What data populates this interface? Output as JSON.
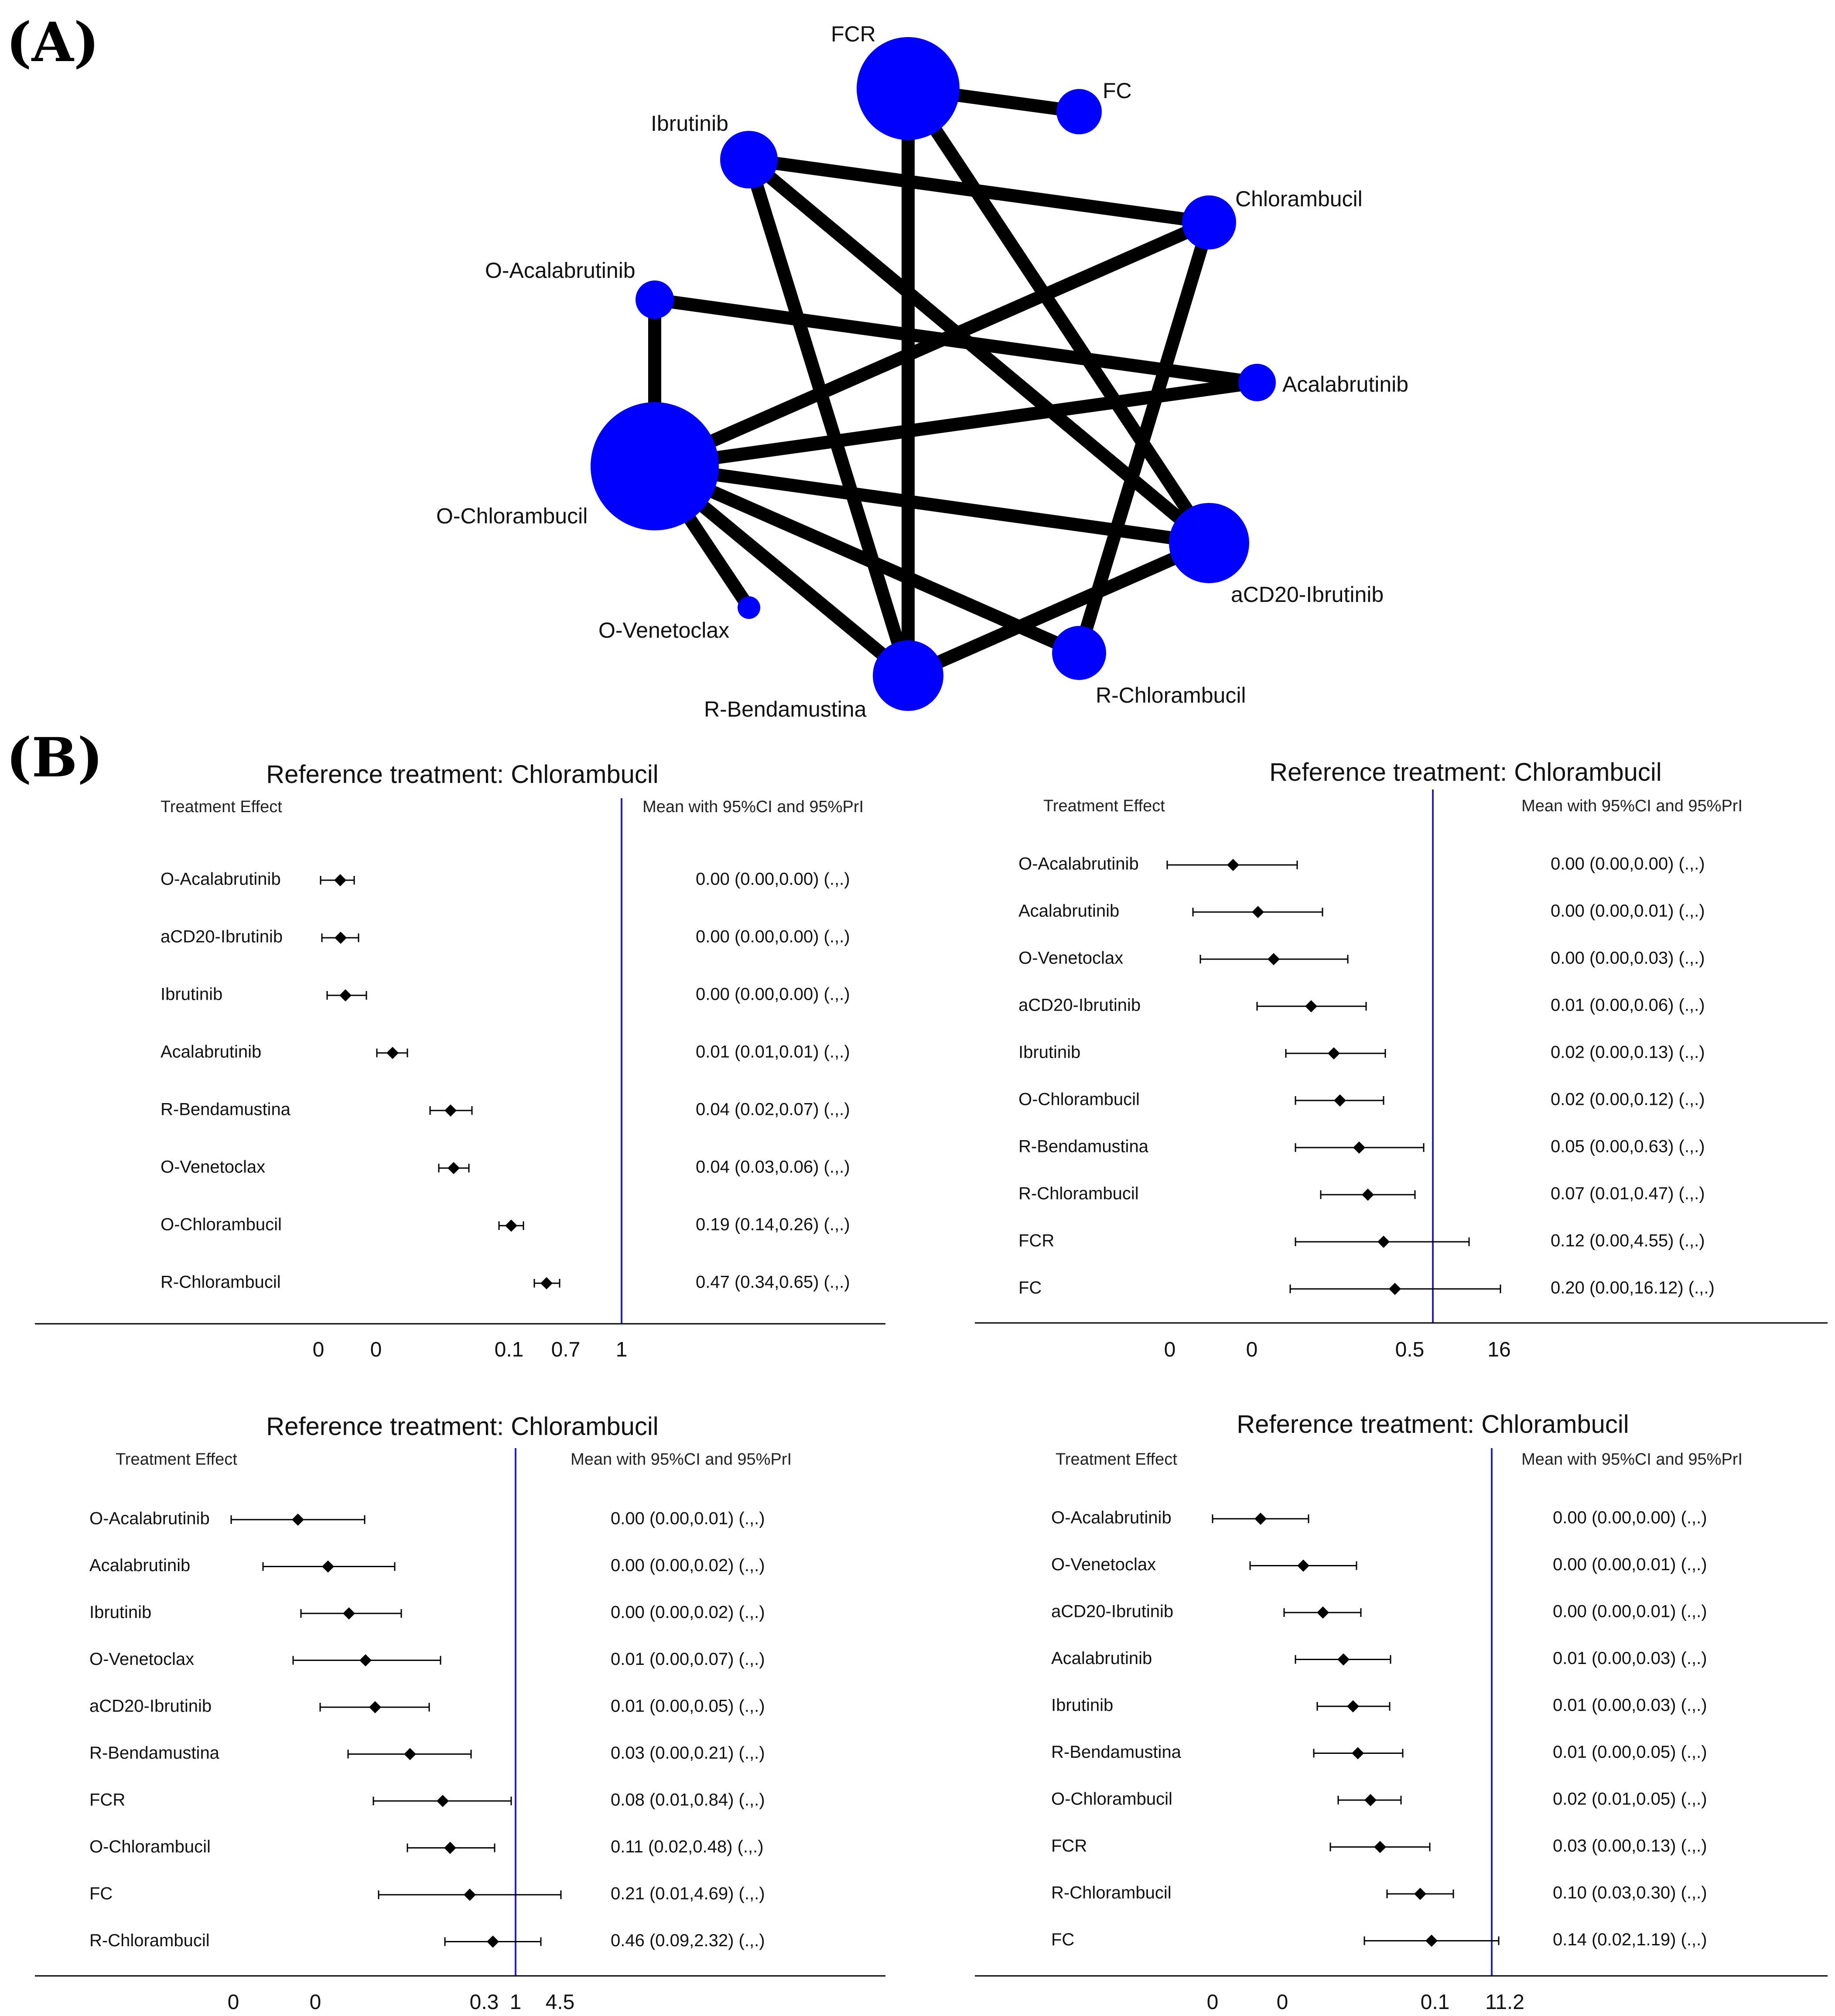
{
  "panel_labels": [
    "(A)",
    "(B)"
  ],
  "colors": {
    "node": "#0000ff",
    "edge": "#000000",
    "ref_line": "#2222bb",
    "marker": "#000000"
  },
  "network": {
    "nodes": [
      {
        "id": "FCR",
        "label": "FCR"
      },
      {
        "id": "FC",
        "label": "FC"
      },
      {
        "id": "Ibrutinib",
        "label": "Ibrutinib"
      },
      {
        "id": "Chlorambucil",
        "label": "Chlorambucil"
      },
      {
        "id": "O-Acalabrutinib",
        "label": "O-Acalabrutinib"
      },
      {
        "id": "Acalabrutinib",
        "label": "Acalabrutinib"
      },
      {
        "id": "O-Chlorambucil",
        "label": "O-Chlorambucil"
      },
      {
        "id": "aCD20-Ibrutinib",
        "label": "aCD20-Ibrutinib"
      },
      {
        "id": "O-Venetoclax",
        "label": "O-Venetoclax"
      },
      {
        "id": "R-Chlorambucil",
        "label": "R-Chlorambucil"
      },
      {
        "id": "R-Bendamustina",
        "label": "R-Bendamustina"
      }
    ],
    "edges": [
      [
        "FCR",
        "FC"
      ],
      [
        "FCR",
        "R-Bendamustina"
      ],
      [
        "FCR",
        "aCD20-Ibrutinib"
      ],
      [
        "Ibrutinib",
        "Chlorambucil"
      ],
      [
        "Ibrutinib",
        "R-Bendamustina"
      ],
      [
        "Ibrutinib",
        "aCD20-Ibrutinib"
      ],
      [
        "Chlorambucil",
        "O-Chlorambucil"
      ],
      [
        "Chlorambucil",
        "R-Chlorambucil"
      ],
      [
        "O-Acalabrutinib",
        "Acalabrutinib"
      ],
      [
        "O-Acalabrutinib",
        "O-Chlorambucil"
      ],
      [
        "Acalabrutinib",
        "O-Chlorambucil"
      ],
      [
        "O-Chlorambucil",
        "aCD20-Ibrutinib"
      ],
      [
        "O-Chlorambucil",
        "R-Chlorambucil"
      ],
      [
        "O-Chlorambucil",
        "R-Bendamustina"
      ],
      [
        "O-Chlorambucil",
        "O-Venetoclax"
      ],
      [
        "R-Bendamustina",
        "aCD20-Ibrutinib"
      ]
    ]
  },
  "chart_data": [
    {
      "type": "forest",
      "title": "Reference treatment: Chlorambucil",
      "header_left": "Treatment Effect",
      "header_right": "Mean with 95%CI and 95%PrI",
      "tick_labels": [
        "0",
        "0",
        "0.1",
        "0.7",
        "1"
      ],
      "rows": [
        {
          "label": "O-Acalabrutinib",
          "value": "0.00 (0.00,0.00)  (.,.)"
        },
        {
          "label": "aCD20-Ibrutinib",
          "value": "0.00 (0.00,0.00)  (.,.)"
        },
        {
          "label": "Ibrutinib",
          "value": "0.00 (0.00,0.00)  (.,.)"
        },
        {
          "label": "Acalabrutinib",
          "value": "0.01 (0.01,0.01)  (.,.)"
        },
        {
          "label": "R-Bendamustina",
          "value": "0.04 (0.02,0.07)  (.,.)"
        },
        {
          "label": "O-Venetoclax",
          "value": "0.04 (0.03,0.06)  (.,.)"
        },
        {
          "label": "O-Chlorambucil",
          "value": "0.19 (0.14,0.26)  (.,.)"
        },
        {
          "label": "R-Chlorambucil",
          "value": "0.47 (0.34,0.65)  (.,.)"
        }
      ]
    },
    {
      "type": "forest",
      "title": "Reference treatment: Chlorambucil",
      "header_left": "Treatment Effect",
      "header_right": "Mean with 95%CI and 95%PrI",
      "tick_labels": [
        "0",
        "0",
        "0.5",
        "16"
      ],
      "rows": [
        {
          "label": "O-Acalabrutinib",
          "value": "0.00 (0.00,0.00)  (.,.)"
        },
        {
          "label": "Acalabrutinib",
          "value": "0.00 (0.00,0.01)  (.,.)"
        },
        {
          "label": "O-Venetoclax",
          "value": "0.00 (0.00,0.03)  (.,.)"
        },
        {
          "label": "aCD20-Ibrutinib",
          "value": "0.01 (0.00,0.06)  (.,.)"
        },
        {
          "label": "Ibrutinib",
          "value": "0.02 (0.00,0.13)  (.,.)"
        },
        {
          "label": "O-Chlorambucil",
          "value": "0.02 (0.00,0.12)  (.,.)"
        },
        {
          "label": "R-Bendamustina",
          "value": "0.05 (0.00,0.63)  (.,.)"
        },
        {
          "label": "R-Chlorambucil",
          "value": "0.07 (0.01,0.47)  (.,.)"
        },
        {
          "label": "FCR",
          "value": "0.12 (0.00,4.55)  (.,.)"
        },
        {
          "label": "FC",
          "value": "0.20 (0.00,16.12)  (.,.)"
        }
      ]
    },
    {
      "type": "forest",
      "title": "Reference treatment: Chlorambucil",
      "header_left": "Treatment Effect",
      "header_right": "Mean with 95%CI and 95%PrI",
      "tick_labels": [
        "0",
        "0",
        "0.3",
        "1",
        "4.5"
      ],
      "rows": [
        {
          "label": "O-Acalabrutinib",
          "value": "0.00 (0.00,0.01)  (.,.)"
        },
        {
          "label": "Acalabrutinib",
          "value": "0.00 (0.00,0.02)  (.,.)"
        },
        {
          "label": "Ibrutinib",
          "value": "0.00 (0.00,0.02)  (.,.)"
        },
        {
          "label": "O-Venetoclax",
          "value": "0.01 (0.00,0.07)  (.,.)"
        },
        {
          "label": "aCD20-Ibrutinib",
          "value": "0.01 (0.00,0.05)  (.,.)"
        },
        {
          "label": "R-Bendamustina",
          "value": "0.03 (0.00,0.21)  (.,.)"
        },
        {
          "label": "FCR",
          "value": "0.08 (0.01,0.84)  (.,.)"
        },
        {
          "label": "O-Chlorambucil",
          "value": "0.11 (0.02,0.48)  (.,.)"
        },
        {
          "label": "FC",
          "value": "0.21 (0.01,4.69)  (.,.)"
        },
        {
          "label": "R-Chlorambucil",
          "value": "0.46 (0.09,2.32)  (.,.)"
        }
      ]
    },
    {
      "type": "forest",
      "title": "Reference treatment: Chlorambucil",
      "header_left": "Treatment Effect",
      "header_right": "Mean with 95%CI and 95%PrI",
      "tick_labels": [
        "0",
        "0",
        "0.1",
        "11.2"
      ],
      "rows": [
        {
          "label": "O-Acalabrutinib",
          "value": "0.00 (0.00,0.00)  (.,.)"
        },
        {
          "label": "O-Venetoclax",
          "value": "0.00 (0.00,0.01)  (.,.)"
        },
        {
          "label": "aCD20-Ibrutinib",
          "value": "0.00 (0.00,0.01)  (.,.)"
        },
        {
          "label": "Acalabrutinib",
          "value": "0.01 (0.00,0.03)  (.,.)"
        },
        {
          "label": "Ibrutinib",
          "value": "0.01 (0.00,0.03)  (.,.)"
        },
        {
          "label": "R-Bendamustina",
          "value": "0.01 (0.00,0.05)  (.,.)"
        },
        {
          "label": "O-Chlorambucil",
          "value": "0.02 (0.01,0.05)  (.,.)"
        },
        {
          "label": "FCR",
          "value": "0.03 (0.00,0.13)  (.,.)"
        },
        {
          "label": "R-Chlorambucil",
          "value": "0.10 (0.03,0.30)  (.,.)"
        },
        {
          "label": "FC",
          "value": "0.14 (0.02,1.19)  (.,.)"
        }
      ]
    }
  ]
}
